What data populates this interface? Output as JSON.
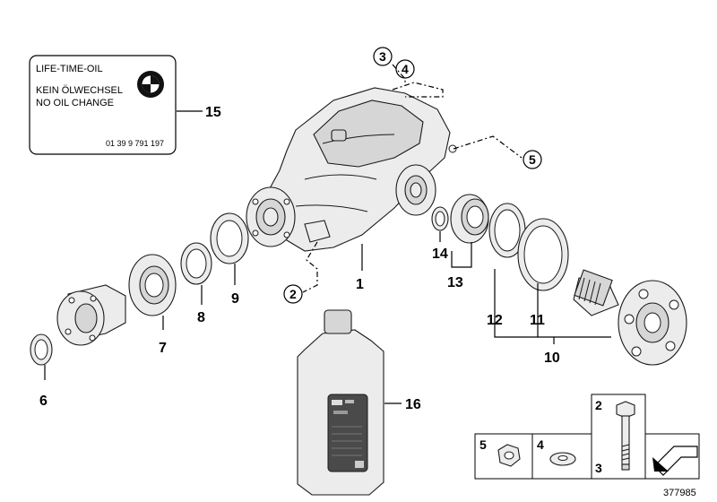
{
  "label_sticker": {
    "line1": "LIFE-TIME-OIL",
    "line2": "KEIN ÖLWECHSEL",
    "line3": "NO OIL CHANGE",
    "part_number": "01 39 9 791 197"
  },
  "callouts": {
    "c1": "1",
    "c2": "2",
    "c3": "3",
    "c4": "4",
    "c5": "5",
    "c6": "6",
    "c7": "7",
    "c8": "8",
    "c9": "9",
    "c10": "10",
    "c11": "11",
    "c12": "12",
    "c13": "13",
    "c14": "14",
    "c15": "15",
    "c16": "16"
  },
  "legend": {
    "n5": "5",
    "n4": "4",
    "n2": "2",
    "n3": "3"
  },
  "diagram_number": "377985"
}
